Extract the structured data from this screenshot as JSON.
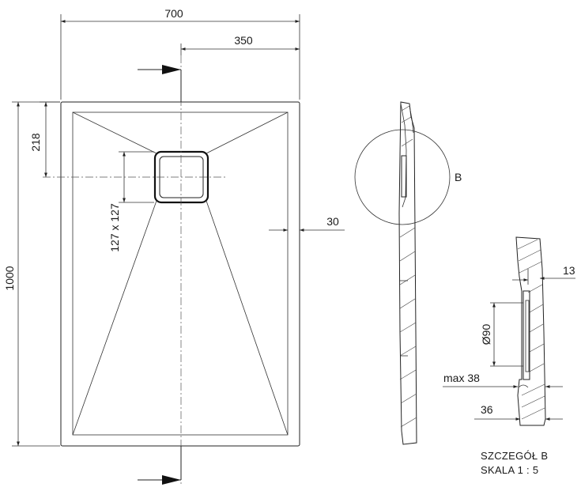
{
  "dimensions": {
    "width_total": "700",
    "half_width": "350",
    "drain_offset": "218",
    "length_total": "1000",
    "drain_size": "127 x 127",
    "edge_width": "30",
    "lip_thickness": "13",
    "drain_diameter": "Ø90",
    "max_height": "max 38",
    "tray_height": "36"
  },
  "detail": {
    "callout_label": "B",
    "title_line1": "SZCZEGÓŁ B",
    "title_line2": "SKALA 1 : 5"
  }
}
